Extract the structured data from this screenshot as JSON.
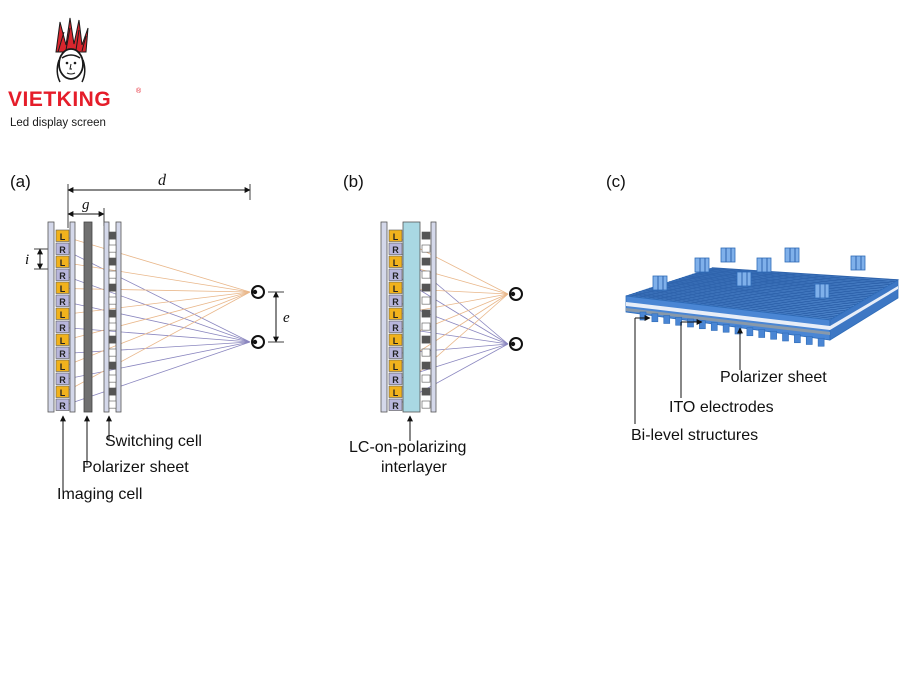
{
  "brand": {
    "name": "VIETKING",
    "registered": "®",
    "tagline": "Led display screen",
    "colors": {
      "red": "#e51d2a",
      "dark": "#1a1a1a"
    }
  },
  "panel_a": {
    "tag": "(a)",
    "dim_d": "d",
    "dim_g": "g",
    "dim_i": "i",
    "dim_e": "e",
    "label_switching": "Switching cell",
    "label_polarizer": "Polarizer sheet",
    "label_imaging": "Imaging cell",
    "pixels": [
      "L",
      "R",
      "L",
      "R",
      "L",
      "R",
      "L",
      "R",
      "L",
      "R",
      "L",
      "R",
      "L",
      "R"
    ]
  },
  "panel_b": {
    "tag": "(b)",
    "label_line1": "LC-on-polarizing",
    "label_line2": "interlayer",
    "pixels": [
      "L",
      "R",
      "L",
      "R",
      "L",
      "R",
      "L",
      "R",
      "L",
      "R",
      "L",
      "R",
      "L",
      "R"
    ]
  },
  "panel_c": {
    "tag": "(c)",
    "label_polarizer": "Polarizer sheet",
    "label_ito": "ITO electrodes",
    "label_bilevel": "Bi-level structures"
  },
  "colors": {
    "left_pixel": "#f1b21c",
    "right_pixel": "#b8b6dc",
    "ray_left": "#e9b78a",
    "ray_right": "#8a86bf",
    "polarizer": "#707070",
    "interlayer": "#a9d8e3",
    "substrate": "#d4d8ea",
    "film_blue": "#4f8fda"
  }
}
